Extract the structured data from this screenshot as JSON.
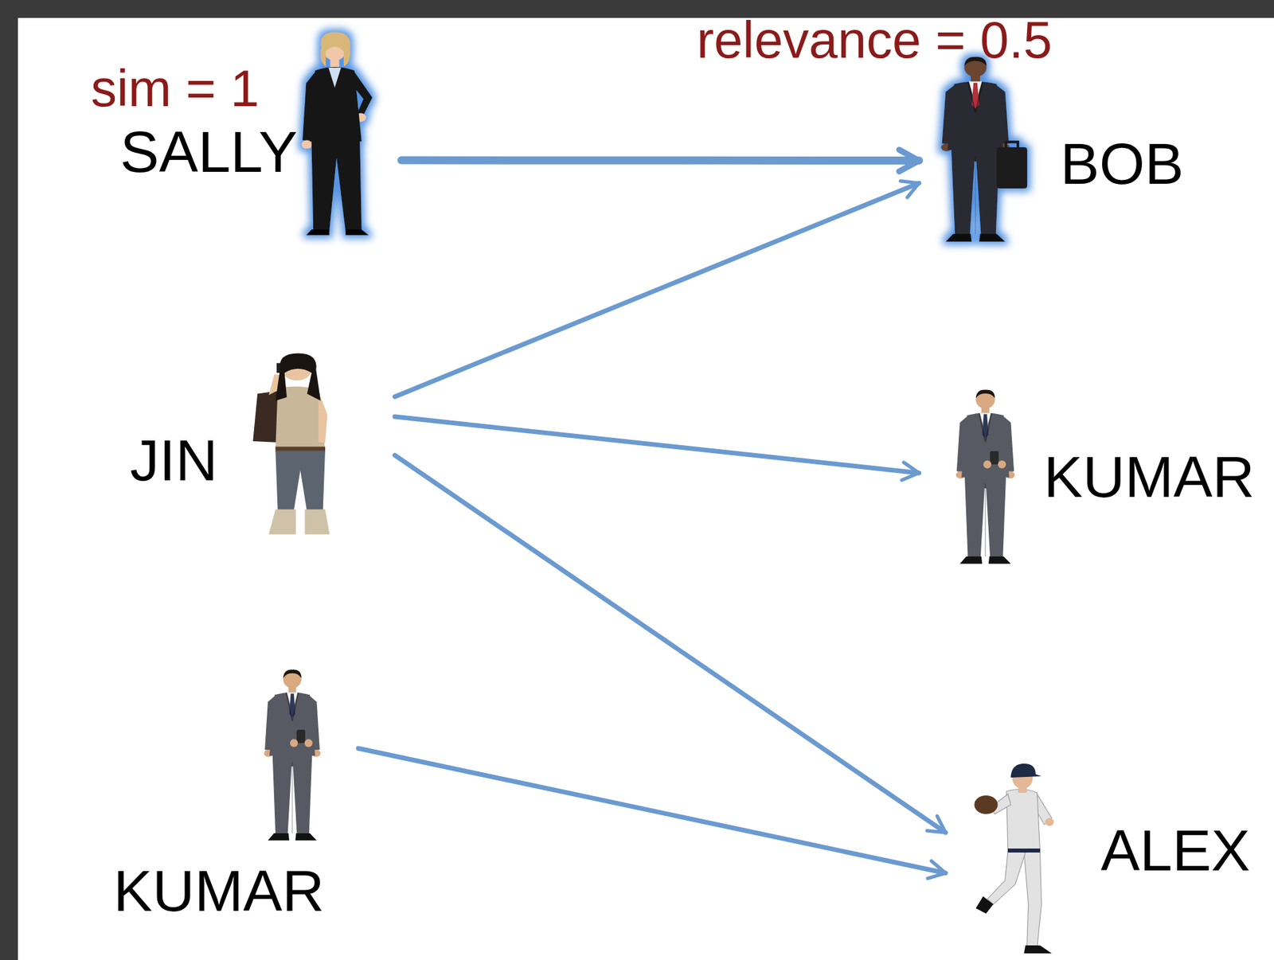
{
  "diagram": {
    "nodes": [
      {
        "text": [
          "SALLY"
        ]
      },
      {
        "text": [
          "BOB"
        ]
      },
      {
        "text": [
          "JIN"
        ]
      },
      {
        "text": [
          "KUMAR"
        ]
      },
      {
        "text": [
          "KUMAR"
        ]
      },
      {
        "text": [
          "ALEX"
        ]
      }
    ],
    "edges": [
      {
        "from": 0,
        "to": 1,
        "arrow": "to"
      },
      {
        "from": 2,
        "to": 1,
        "arrow": "to"
      },
      {
        "from": 2,
        "to": 3,
        "arrow": "to"
      },
      {
        "from": 2,
        "to": 5,
        "arrow": "to"
      },
      {
        "from": 4,
        "to": 5,
        "arrow": "to"
      }
    ],
    "labels": [
      "sim = 1",
      "relevance = 0.5"
    ]
  }
}
